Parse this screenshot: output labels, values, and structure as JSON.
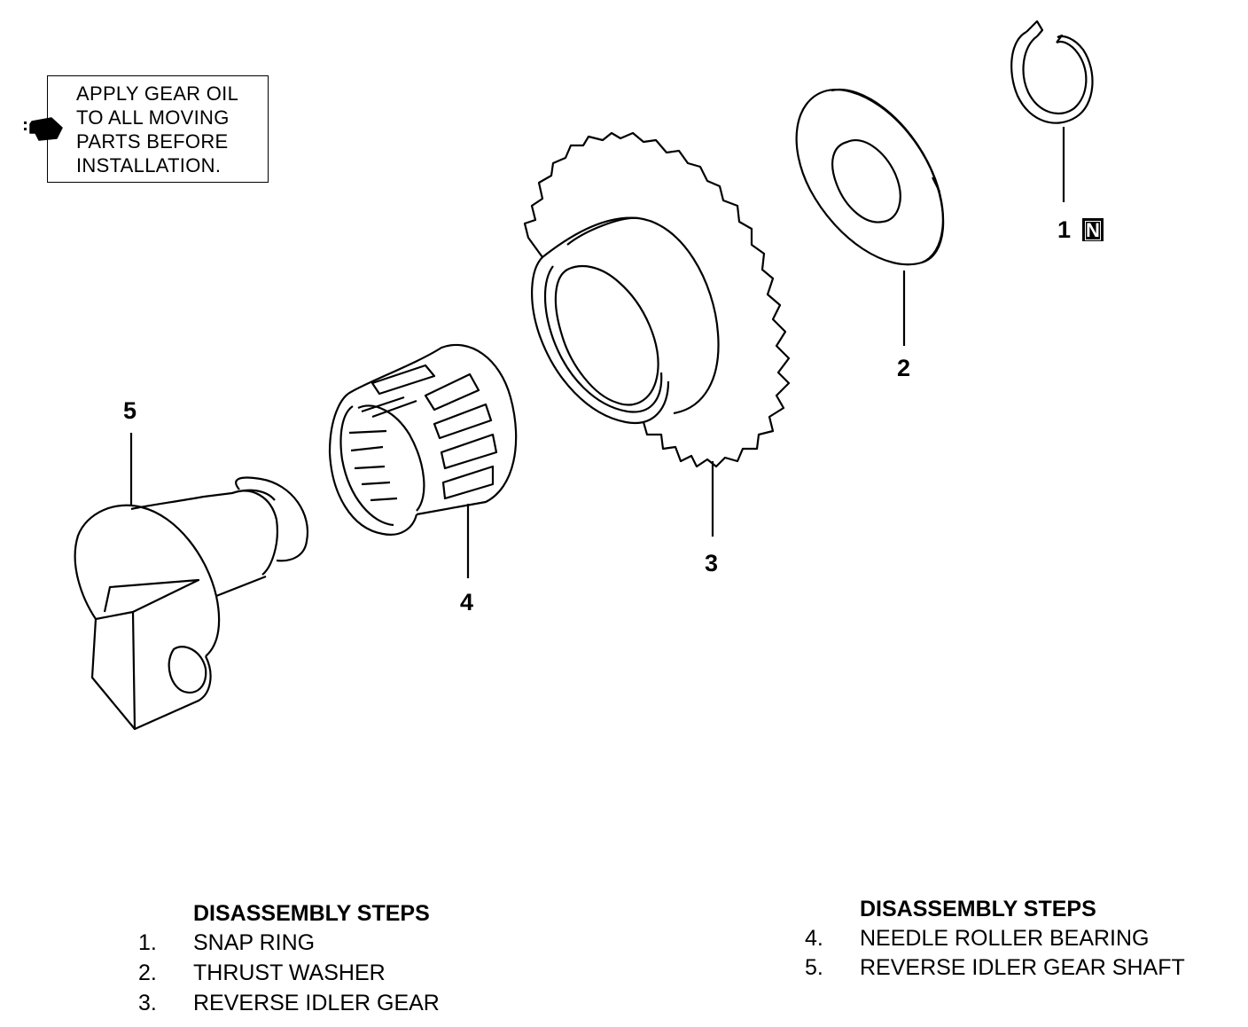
{
  "note": {
    "lines": [
      "APPLY GEAR OIL",
      "TO ALL MOVING",
      "PARTS BEFORE",
      "INSTALLATION."
    ],
    "icon": "oil-can-icon"
  },
  "callouts": {
    "c1": "1",
    "c1_badge": "N",
    "c2": "2",
    "c3": "3",
    "c4": "4",
    "c5": "5"
  },
  "steps_left": {
    "heading": "DISASSEMBLY STEPS",
    "items": [
      {
        "num": "1.",
        "label": "SNAP RING"
      },
      {
        "num": "2.",
        "label": "THRUST WASHER"
      },
      {
        "num": "3.",
        "label": "REVERSE IDLER GEAR"
      }
    ]
  },
  "steps_right": {
    "heading": "DISASSEMBLY STEPS",
    "items": [
      {
        "num": "4.",
        "label": "NEEDLE ROLLER BEARING"
      },
      {
        "num": "5.",
        "label": "REVERSE IDLER GEAR SHAFT"
      }
    ]
  }
}
